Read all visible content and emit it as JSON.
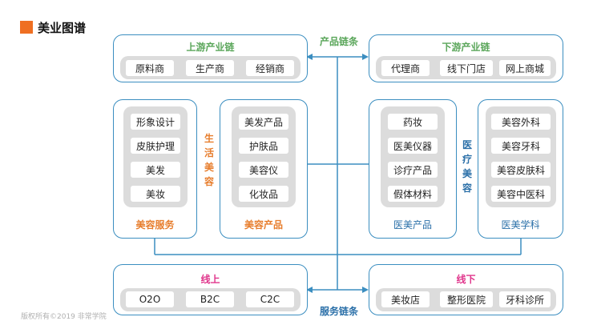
{
  "title": "美业图谱",
  "colors": {
    "accent": "#ef6f22",
    "line": "#3b8ec0",
    "green": "#5aa65a",
    "orange": "#e77d2c",
    "blue": "#2a6fa8",
    "pink": "#e0368c"
  },
  "product_chain": "产品链条",
  "service_chain": "服务链条",
  "upstream": {
    "label": "上游产业链",
    "items": [
      "原料商",
      "生产商",
      "经销商"
    ]
  },
  "downstream": {
    "label": "下游产业链",
    "items": [
      "代理商",
      "线下门店",
      "网上商城"
    ]
  },
  "beauty_service": {
    "label": "美容服务",
    "items": [
      "形象设计",
      "皮肤护理",
      "美发",
      "美妆"
    ]
  },
  "beauty_product": {
    "label": "美容产品",
    "items": [
      "美发产品",
      "护肤品",
      "美容仪",
      "化妆品"
    ]
  },
  "life_beauty": "生活美容",
  "medical_product": {
    "label": "医美产品",
    "items": [
      "药妆",
      "医美仪器",
      "诊疗产品",
      "假体材料"
    ]
  },
  "medical_science": {
    "label": "医美学科",
    "items": [
      "美容外科",
      "美容牙科",
      "美容皮肤科",
      "美容中医科"
    ]
  },
  "medical_beauty": "医疗美容",
  "online": {
    "label": "线上",
    "items": [
      "O2O",
      "B2C",
      "C2C"
    ]
  },
  "offline": {
    "label": "线下",
    "items": [
      "美妆店",
      "整形医院",
      "牙科诊所"
    ]
  },
  "copyright": "版权所有©2019 非常学院"
}
